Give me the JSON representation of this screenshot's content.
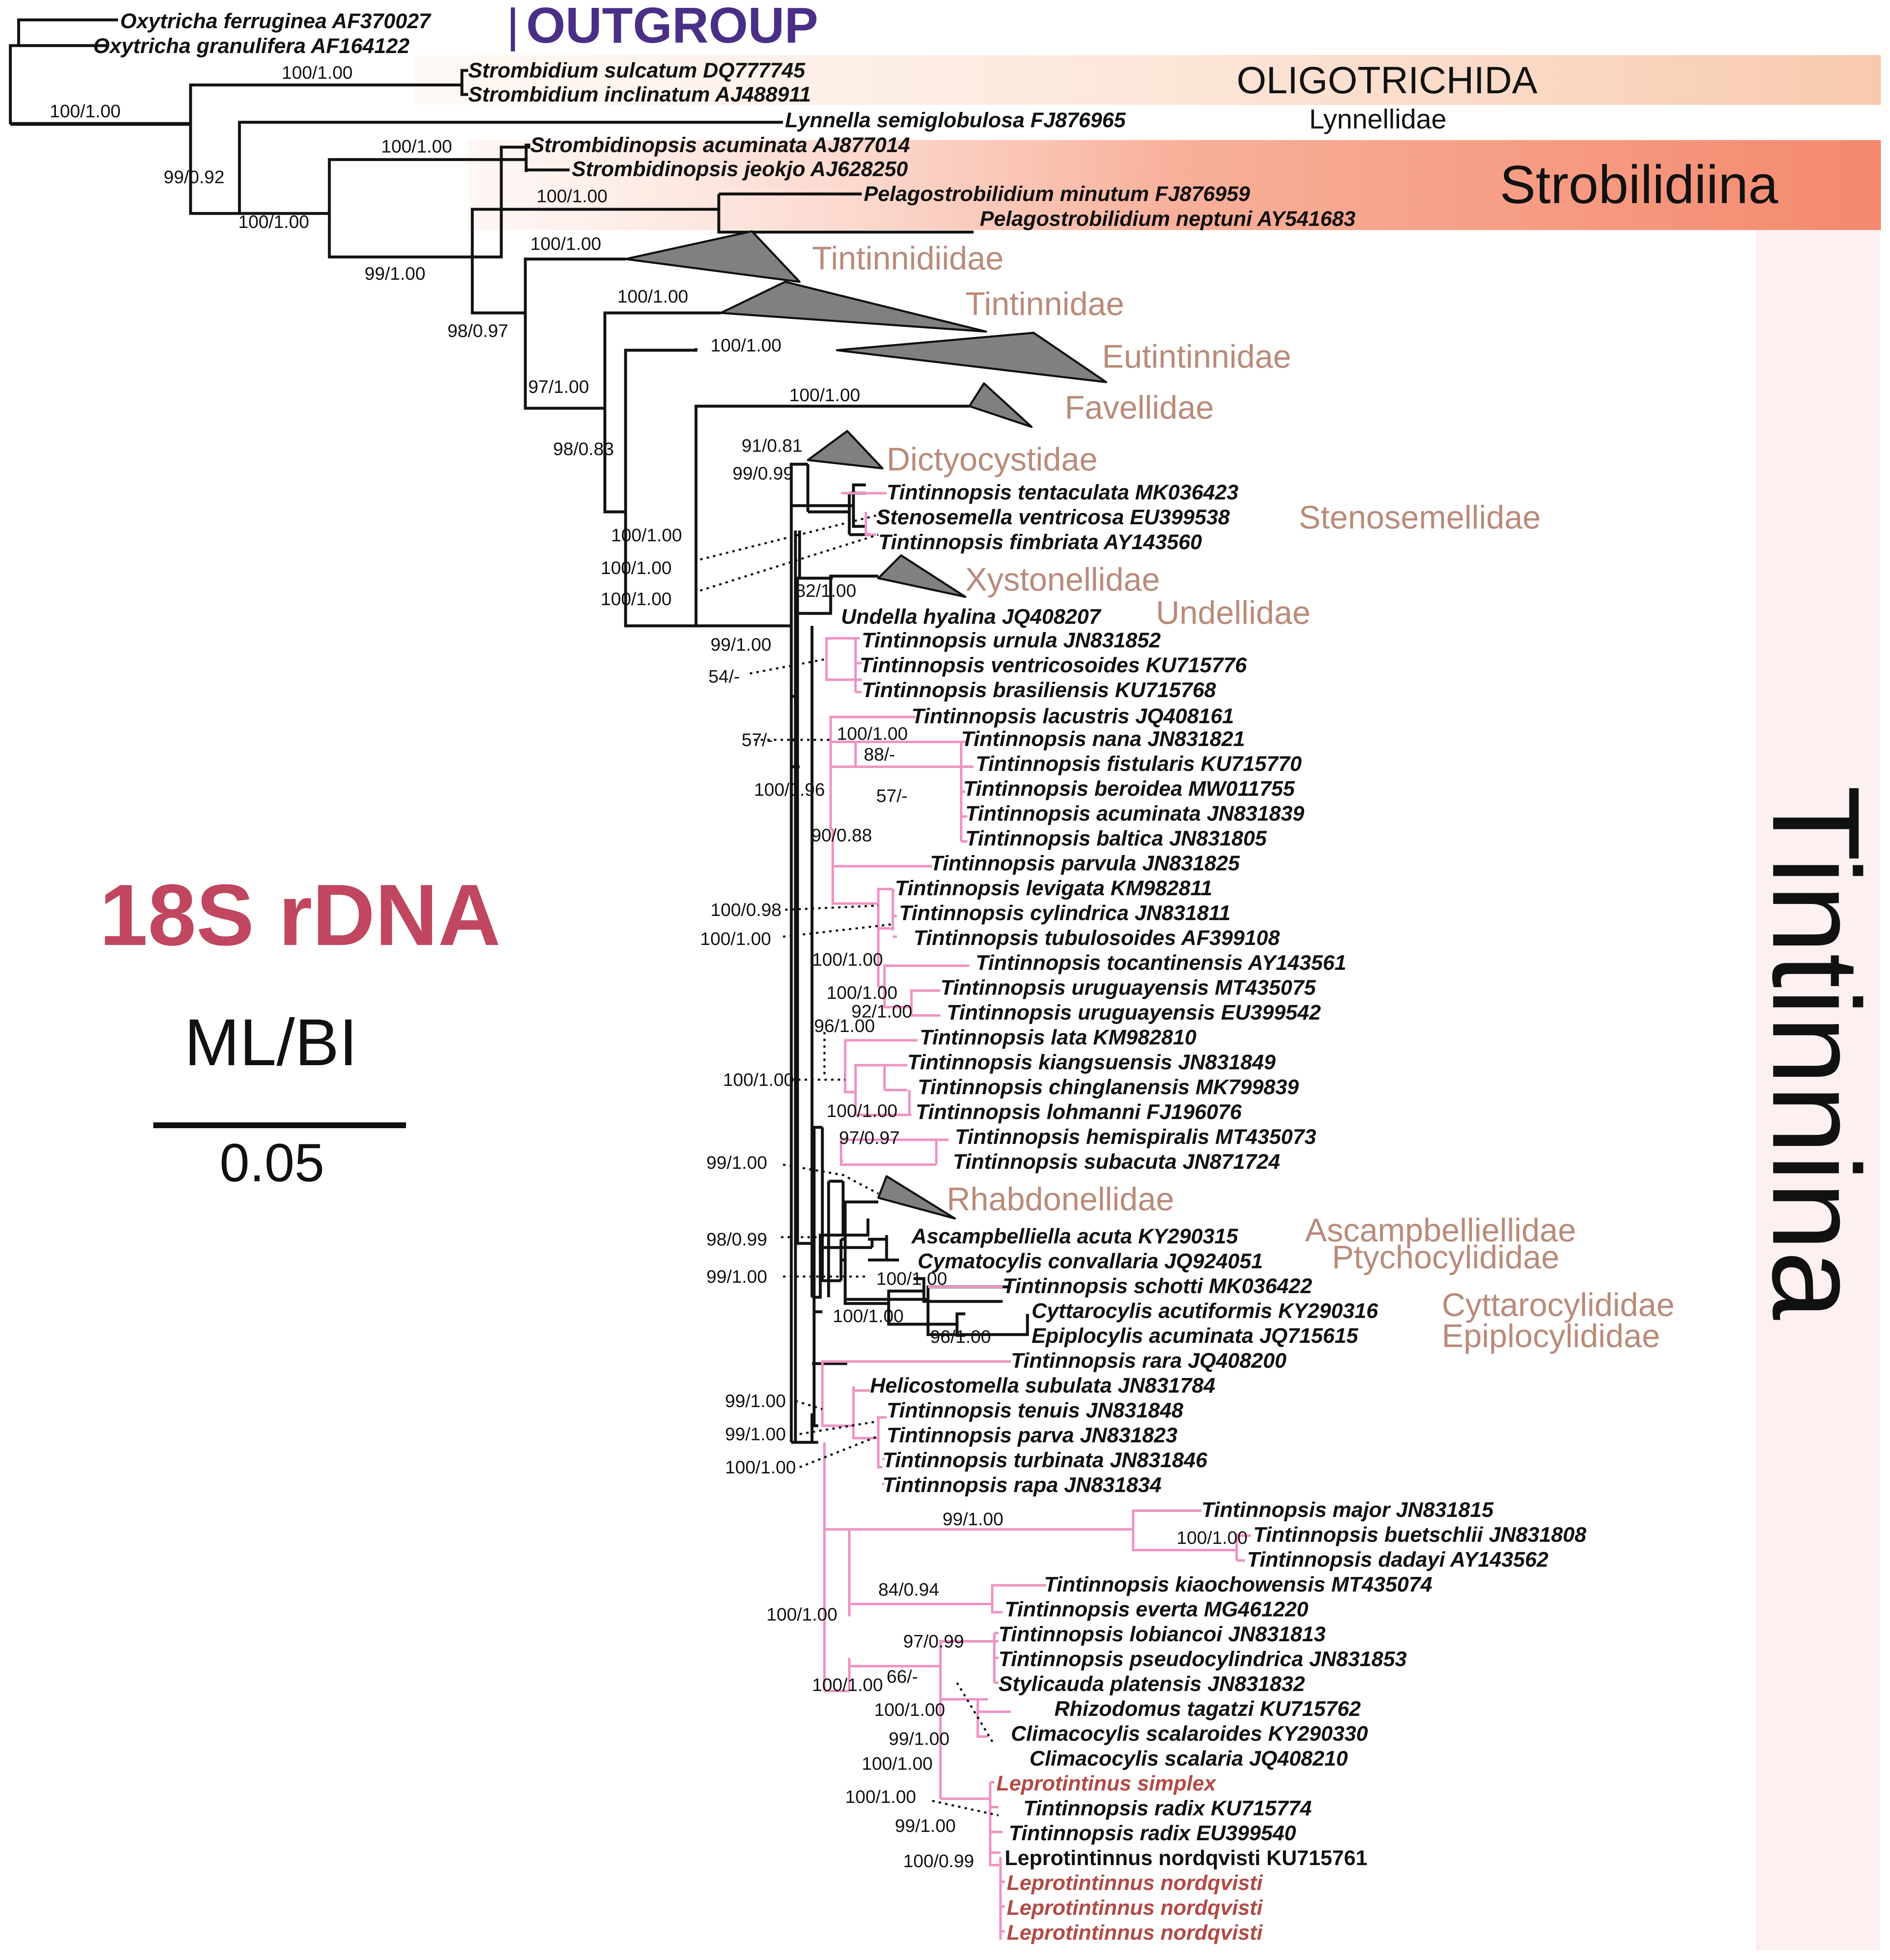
{
  "labels": {
    "outgroup": "OUTGROUP",
    "oligotrichida": "OLIGOTRICHIDA",
    "lynnellidae": "Lynnellidae",
    "strobilidiina": "Strobilidiina",
    "tintinnina": "Tintinnina",
    "method": "18S rDNA",
    "support": "ML/BI",
    "scale": "0.05"
  },
  "colors": {
    "outgroup": "#4a2f86",
    "method": "#c0475f",
    "clade": "#b98b7a",
    "pink_branch": "#ef94c4",
    "collapsed": "#808080",
    "red_taxon": "#b24a45",
    "oligo_band": "#f8c9ad",
    "strob_band": "#f4896e",
    "tint_band": "#fcf0f0"
  },
  "families": [
    "Tintinnidiidae",
    "Tintinnidae",
    "Eutintinnidae",
    "Favellidae",
    "Dictyocystidae",
    "Stenosemellidae",
    "Xystonellidae",
    "Undellidae",
    "Rhabdonellidae",
    "Ascampbelliellidae",
    "Ptychocylididae",
    "Cyttarocylididae",
    "Epiplocylididae"
  ],
  "taxa": [
    "Oxytricha ferruginea AF370027",
    "Oxytricha granulifera AF164122",
    "Strombidium sulcatum DQ777745",
    "Strombidium inclinatum AJ488911",
    "Lynnella semiglobulosa FJ876965",
    "Strombidinopsis acuminata AJ877014",
    "Strombidinopsis jeokjo AJ628250",
    "Pelagostrobilidium minutum FJ876959",
    "Pelagostrobilidium neptuni AY541683",
    "Tintinnopsis tentaculata MK036423",
    "Stenosemella ventricosa EU399538",
    "Tintinnopsis fimbriata AY143560",
    "Undella hyalina JQ408207",
    "Tintinnopsis urnula JN831852",
    "Tintinnopsis ventricosoides KU715776",
    "Tintinnopsis brasiliensis KU715768",
    "Tintinnopsis lacustris JQ408161",
    "Tintinnopsis nana JN831821",
    "Tintinnopsis fistularis KU715770",
    "Tintinnopsis beroidea MW011755",
    "Tintinnopsis acuminata JN831839",
    "Tintinnopsis baltica JN831805",
    "Tintinnopsis parvula JN831825",
    "Tintinnopsis levigata KM982811",
    "Tintinnopsis cylindrica JN831811",
    "Tintinnopsis tubulosoides AF399108",
    "Tintinnopsis tocantinensis AY143561",
    "Tintinnopsis uruguayensis MT435075",
    "Tintinnopsis uruguayensis EU399542",
    "Tintinnopsis lata KM982810",
    "Tintinnopsis kiangsuensis JN831849",
    "Tintinnopsis chinglanensis MK799839",
    "Tintinnopsis lohmanni FJ196076",
    "Tintinnopsis hemispiralis MT435073",
    "Tintinnopsis subacuta JN871724",
    "Ascampbelliella acuta KY290315",
    "Cymatocylis convallaria JQ924051",
    "Tintinnopsis schotti MK036422",
    "Cyttarocylis acutiformis KY290316",
    "Epiplocylis acuminata JQ715615",
    "Tintinnopsis rara JQ408200",
    "Helicostomella subulata JN831784",
    "Tintinnopsis tenuis JN831848",
    "Tintinnopsis parva JN831823",
    "Tintinnopsis turbinata JN831846",
    "Tintinnopsis rapa JN831834",
    "Tintinnopsis major JN831815",
    "Tintinnopsis buetschlii JN831808",
    "Tintinnopsis dadayi AY143562",
    "Tintinnopsis kiaochowensis MT435074",
    "Tintinnopsis everta MG461220",
    "Tintinnopsis lobiancoi JN831813",
    "Tintinnopsis pseudocylindrica JN831853",
    "Stylicauda platensis JN831832",
    "Rhizodomus tagatzi KU715762",
    "Climacocylis scalaroides KY290330",
    "Climacocylis scalaria JQ408210",
    "Leprotintinus simplex",
    "Tintinnopsis radix KU715774",
    "Tintinnopsis radix EU399540",
    "Leprotintinnus nordqvisti KU715761",
    "Leprotintinnus nordqvisti",
    "Leprotintinnus nordqvisti",
    "Leprotintinnus nordqvisti"
  ],
  "supports": [
    "100/1.00",
    "100/1.00",
    "99/0.92",
    "100/1.00",
    "100/1.00",
    "99/1.00",
    "100/1.00",
    "98/0.97",
    "100/1.00",
    "97/1.00",
    "100/1.00",
    "98/0.83",
    "100/1.00",
    "91/0.81",
    "99/0.99",
    "100/1.00",
    "100/1.00",
    "100/1.00",
    "100/1.00",
    "82/1.00",
    "99/1.00",
    "54/-",
    "57/-",
    "100/1.00",
    "88/-",
    "100/0.96",
    "57/-",
    "90/0.88",
    "100/0.98",
    "100/1.00",
    "100/1.00",
    "100/1.00",
    "92/1.00",
    "96/1.00",
    "100/1.00",
    "100/1.00",
    "97/0.97",
    "99/1.00",
    "98/0.99",
    "99/1.00",
    "100/1.00",
    "100/1.00",
    "96/1.00",
    "99/1.00",
    "99/1.00",
    "100/1.00",
    "99/1.00",
    "100/1.00",
    "84/0.94",
    "100/1.00",
    "97/0.99",
    "66/-",
    "100/1.00",
    "100/1.00",
    "99/1.00",
    "100/1.00",
    "100/1.00",
    "99/1.00",
    "100/0.99"
  ]
}
